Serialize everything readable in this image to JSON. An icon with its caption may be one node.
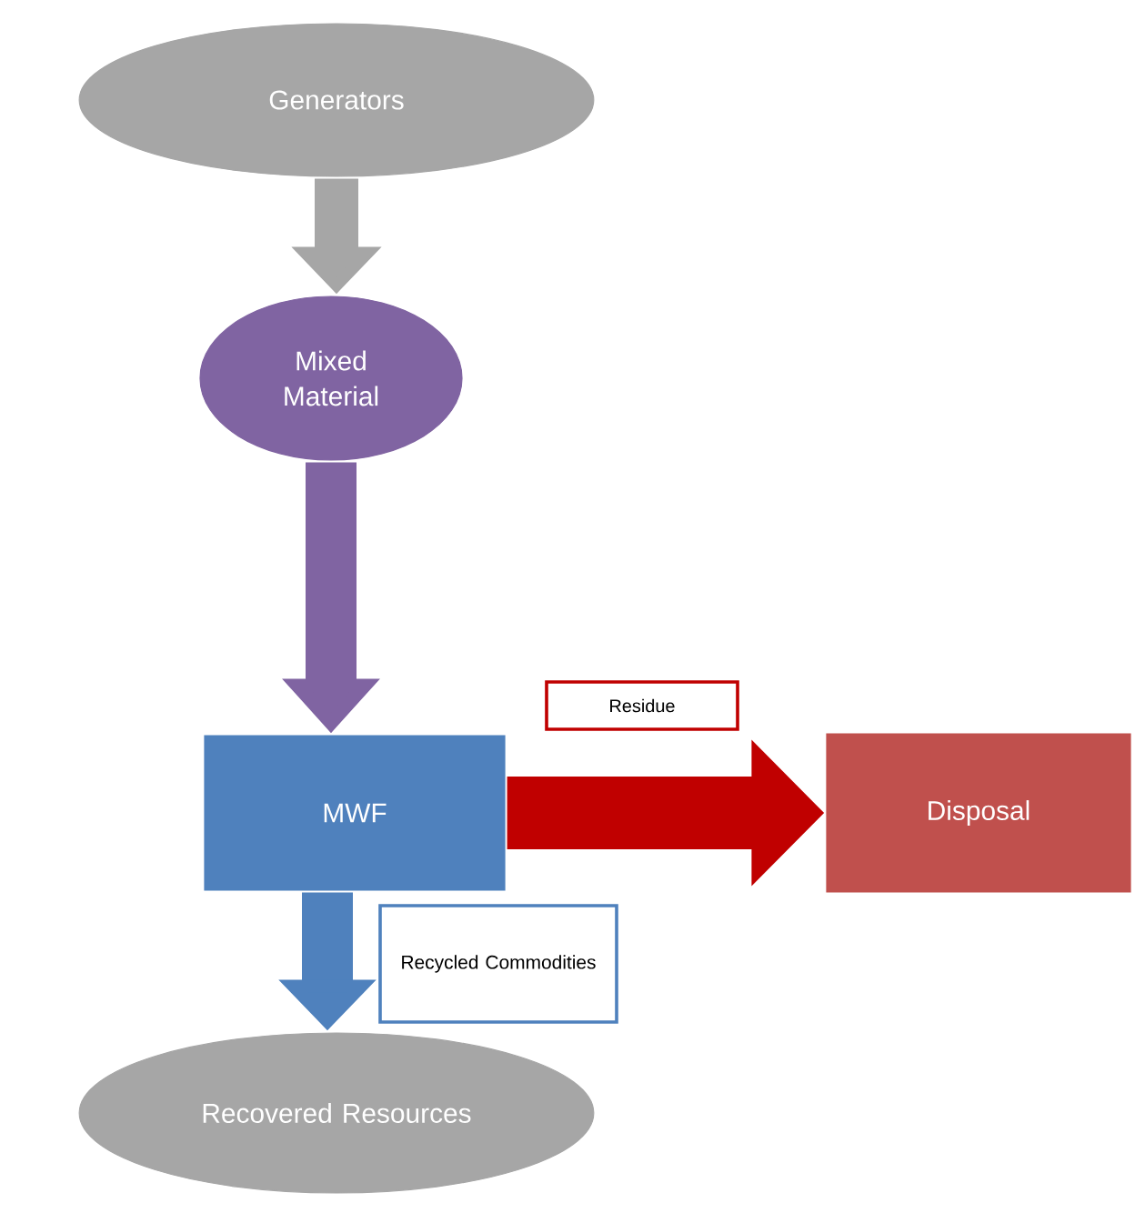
{
  "diagram": {
    "nodes": [
      {
        "text": [
          "Generators"
        ]
      },
      {
        "text": [
          "Mixed Material"
        ]
      },
      {
        "text": [
          "MWF"
        ]
      },
      {
        "text": [
          "Disposal"
        ]
      },
      {
        "text": [
          "Residue"
        ]
      },
      {
        "text": [
          "Recycled Commodities"
        ]
      },
      {
        "text": [
          "Recovered Resources"
        ]
      }
    ],
    "edges": [
      {
        "from": 0,
        "to": 1,
        "arrow": "to",
        "color": "#a6a6a6"
      },
      {
        "from": 1,
        "to": 2,
        "arrow": "to",
        "color": "#8064a2"
      },
      {
        "from": 2,
        "to": 3,
        "arrow": "to",
        "color": "#c00000"
      },
      {
        "from": 2,
        "to": 6,
        "arrow": "to",
        "color": "#4f81bd"
      }
    ]
  }
}
